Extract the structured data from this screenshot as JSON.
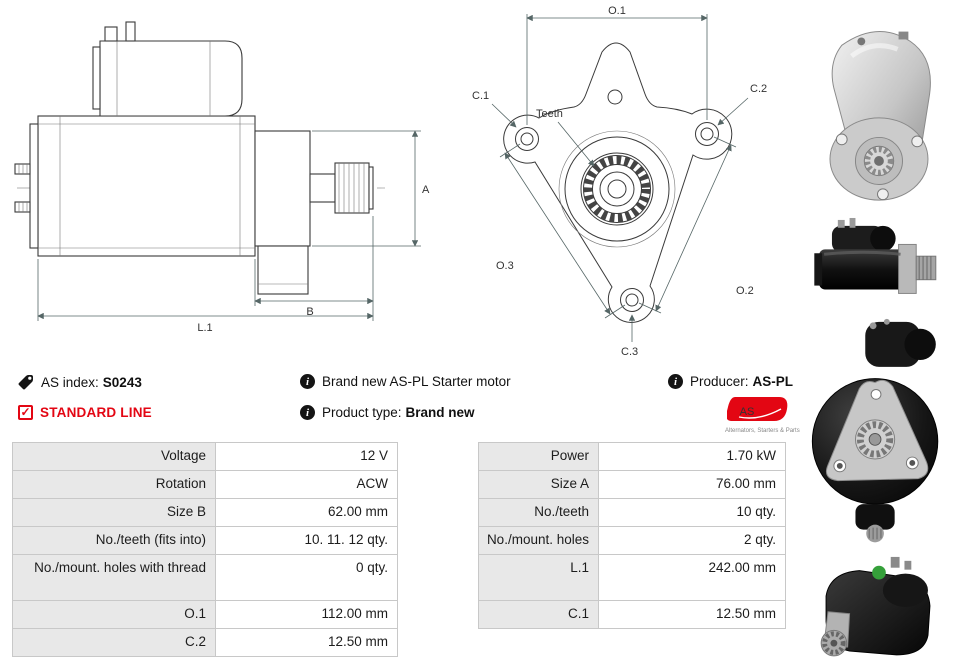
{
  "meta": {
    "title": "AS-PL starter motor datasheet"
  },
  "colors": {
    "accent_red": "#e30613",
    "table_label_bg": "#e8e8e8",
    "table_border": "#c8c8c8",
    "drawing_line": "#3a3a3a",
    "dimension_line": "#556666"
  },
  "icons": {
    "as_index": "tag-icon",
    "info": "info-icon",
    "info_glyph": "i",
    "standard_line": "checkbox-checked-icon",
    "check_glyph": "✓"
  },
  "info": {
    "as_index_label": "AS index:",
    "as_index_value": "S0243",
    "brand_new_text": "Brand new AS-PL Starter motor",
    "producer_label": "Producer:",
    "producer_value": "AS-PL",
    "standard_line": "STANDARD LINE",
    "product_type_label": "Product type:",
    "product_type_value": "Brand new",
    "logo": {
      "text": "AS",
      "subtext": "Alternators, Starters & Parts"
    }
  },
  "drawings": {
    "side_view": {
      "labels": {
        "a": "A",
        "b": "B",
        "l1": "L.1"
      }
    },
    "front_view": {
      "labels": {
        "o1": "O.1",
        "o2": "O.2",
        "o3": "O.3",
        "c1": "C.1",
        "c2": "C.2",
        "c3": "C.3",
        "teeth": "Teeth"
      }
    }
  },
  "spec_table": {
    "left_rows": [
      {
        "label": "Voltage",
        "value": "12 V"
      },
      {
        "label": "Rotation",
        "value": "ACW"
      },
      {
        "label": "Size B",
        "value": "62.00 mm"
      },
      {
        "label": "No./teeth (fits into)",
        "value": "10. 11. 12 qty."
      },
      {
        "label": "No./mount. holes with thread",
        "value": "0 qty."
      },
      {
        "label": "O.1",
        "value": "112.00 mm"
      },
      {
        "label": "C.2",
        "value": "12.50 mm"
      }
    ],
    "right_rows": [
      {
        "label": "Power",
        "value": "1.70 kW"
      },
      {
        "label": "Size A",
        "value": "76.00 mm"
      },
      {
        "label": "No./teeth",
        "value": "10 qty."
      },
      {
        "label": "No./mount. holes",
        "value": "2 qty."
      },
      {
        "label": "L.1",
        "value": "242.00 mm"
      },
      {
        "label": "C.1",
        "value": "12.50 mm"
      }
    ]
  }
}
